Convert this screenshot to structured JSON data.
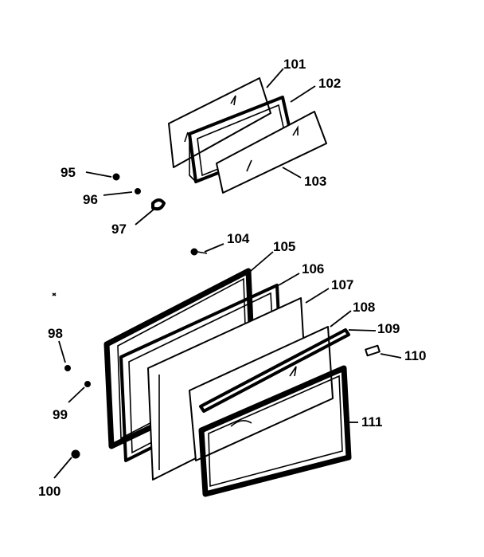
{
  "callouts": {
    "p95": "95",
    "p96": "96",
    "p97": "97",
    "p98": "98",
    "p99": "99",
    "p100": "100",
    "p101": "101",
    "p102": "102",
    "p103": "103",
    "p104": "104",
    "p105": "105",
    "p106": "106",
    "p107": "107",
    "p108": "108",
    "p109": "109",
    "p110": "110",
    "p111": "111"
  },
  "colors": {
    "ink": "#000000",
    "paper": "#ffffff"
  }
}
